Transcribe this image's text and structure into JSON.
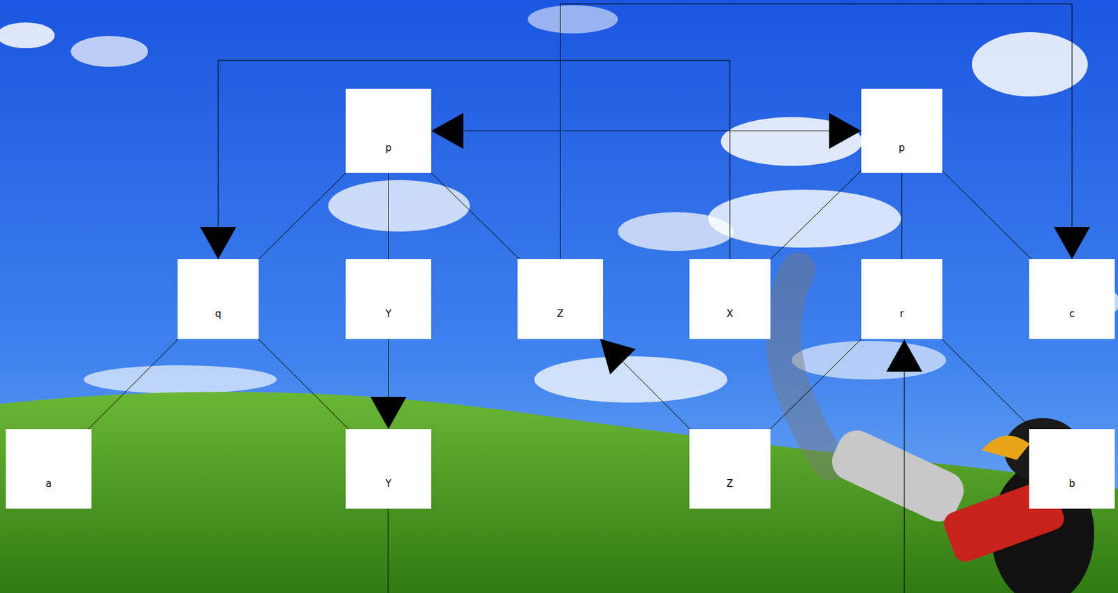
{
  "diagram": {
    "nodes": [
      {
        "text": [
          "p"
        ]
      },
      {
        "text": [
          "p"
        ]
      },
      {
        "text": [
          "q"
        ]
      },
      {
        "text": [
          "Y"
        ]
      },
      {
        "text": [
          "Z"
        ]
      },
      {
        "text": [
          "X"
        ]
      },
      {
        "text": [
          "r"
        ]
      },
      {
        "text": [
          "c"
        ]
      },
      {
        "text": [
          "a"
        ]
      },
      {
        "text": [
          "Y"
        ]
      },
      {
        "text": [
          "Z"
        ]
      },
      {
        "text": [
          "b"
        ]
      }
    ],
    "edges": [
      {
        "from": 0,
        "to": 1,
        "arrow": "both"
      },
      {
        "from": 0,
        "to": 2,
        "arrow": "none"
      },
      {
        "from": 0,
        "to": 3,
        "arrow": "none"
      },
      {
        "from": 0,
        "to": 4,
        "arrow": "none"
      },
      {
        "from": 1,
        "to": 5,
        "arrow": "none"
      },
      {
        "from": 1,
        "to": 6,
        "arrow": "none"
      },
      {
        "from": 1,
        "to": 7,
        "arrow": "none"
      },
      {
        "from": 2,
        "to": 8,
        "arrow": "none"
      },
      {
        "from": 2,
        "to": 9,
        "arrow": "none"
      },
      {
        "from": 6,
        "to": 10,
        "arrow": "none"
      },
      {
        "from": 6,
        "to": 11,
        "arrow": "none"
      },
      {
        "from": 5,
        "to": 2,
        "arrow": "to"
      },
      {
        "from": 4,
        "to": 7,
        "arrow": "to"
      },
      {
        "from": 3,
        "to": 9,
        "arrow": "to"
      },
      {
        "from": 10,
        "to": 4,
        "arrow": "to"
      }
    ]
  }
}
